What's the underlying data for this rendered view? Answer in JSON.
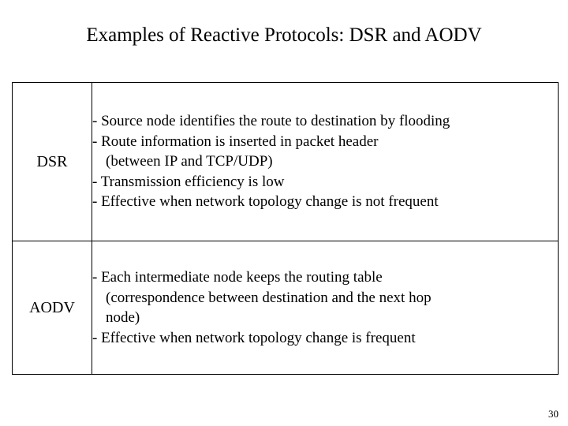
{
  "slide": {
    "title": "Examples of Reactive Protocols:   DSR and AODV",
    "page_number": "30",
    "table": {
      "rows": [
        {
          "name": "DSR",
          "lines": [
            {
              "text": "- Source node identifies the route to destination by flooding",
              "indent": 0
            },
            {
              "text": "- Route information is inserted in packet header",
              "indent": 0
            },
            {
              "text": "(between IP and TCP/UDP)",
              "indent": 1
            },
            {
              "text": "- Transmission efficiency is low",
              "indent": 0
            },
            {
              "text": "- Effective when network topology change is not frequent",
              "indent": 0
            }
          ]
        },
        {
          "name": "AODV",
          "lines": [
            {
              "text": "- Each intermediate node keeps the routing table",
              "indent": 0
            },
            {
              "text": "(correspondence between destination and the next hop",
              "indent": 1
            },
            {
              "text": "node)",
              "indent": 1
            },
            {
              "text": "- Effective when network topology change is frequent",
              "indent": 0
            }
          ]
        }
      ]
    }
  }
}
